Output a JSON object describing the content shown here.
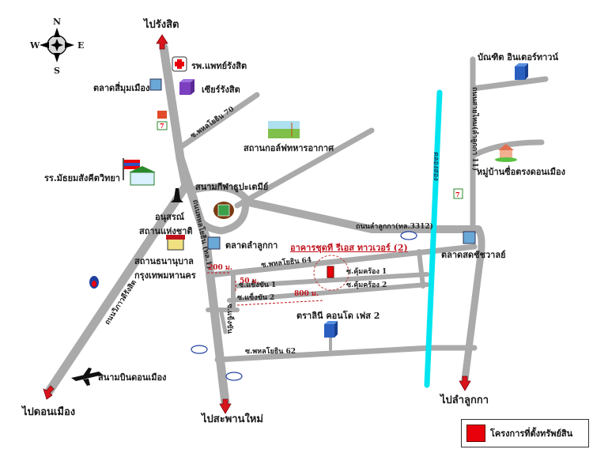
{
  "compass": {
    "n": "N",
    "s": "S",
    "e": "E",
    "w": "W"
  },
  "directions": {
    "to_rangsit": "ไปรังสิต",
    "to_donmueang": "ไปดอนเมือง",
    "to_saphanmai": "ไปสะพานใหม่",
    "to_lamlukka": "ไปลำลูกกา"
  },
  "landmarks": {
    "hospital": "รพ.แพทย์รังสิต",
    "market_simummueang": "ตลาดสี่มุมเมือง",
    "zeer_rangsit": "เซียร์รังสิต",
    "golf_course": "สถานกอล์ฟทหารอากาศ",
    "school": "รร.มัธยมสังคีตวิทยา",
    "stadium": "สนามกีฬาธูปะเตมีย์",
    "monument_line1": "อนุสรณ์",
    "monument_line2": "สถานแห่งชาติ",
    "nursery_line1": "สถานธนานุบาล",
    "nursery_line2": "กรุงเทพมหานคร",
    "market_lamlukka": "ตลาดลำลูกกา",
    "project": "อาคารชุดที รีเอส ทาวเวอร์ (2)",
    "bundit_tower": "บัณฑิต อินเตอร์ทาวน์",
    "village": "หมู่บ้านซื่อตรงดอนเมือง",
    "market_chatchawan": "ตลาดสดชัชวาลย์",
    "condo_trarin": "ตราลินี คอนโด เฟส 2",
    "airport": "สนามบินดอนเมือง",
    "esso": "Esso"
  },
  "roads": {
    "phahon_70": "ซ.พหลโยธิน 70",
    "phahon_main": "ถนนพหลโยธิน (ทล.1)",
    "vibhavadi": "ถนนวิภาวดีรังสิต",
    "lamlukka_road": "ถนนลำลูกกา(ทล.3312)",
    "phahon_64": "ซ.พหลโยธิน 64",
    "khumkhrong_1": "ซ.คุ้มคร้อง 1",
    "khumkhrong_2": "ซ.คุ้มคร้อง 2",
    "khaengkhan_1": "ซ.แข็งขัน 1",
    "khaengkhan_2": "ซ.แข็งขัน 2",
    "phahon_62": "ซ.พหลโยธิน 62",
    "canal": "คลองสอง",
    "saint_road": "ถนนสายไหม(ลำลูกกา 11)",
    "side_road": "ซ.แข็งขัน"
  },
  "distances": {
    "d200": "200 ม.",
    "d50": "50 ม.",
    "d800": "800 ม."
  },
  "legend": {
    "label": "โครงการที่ตั้งทรัพย์สิน",
    "color": "#e8000a"
  },
  "colors": {
    "road": "#aaaaaa",
    "canal": "#00e5f0",
    "arrow": "#d9141c",
    "text_red": "#c0141c"
  }
}
